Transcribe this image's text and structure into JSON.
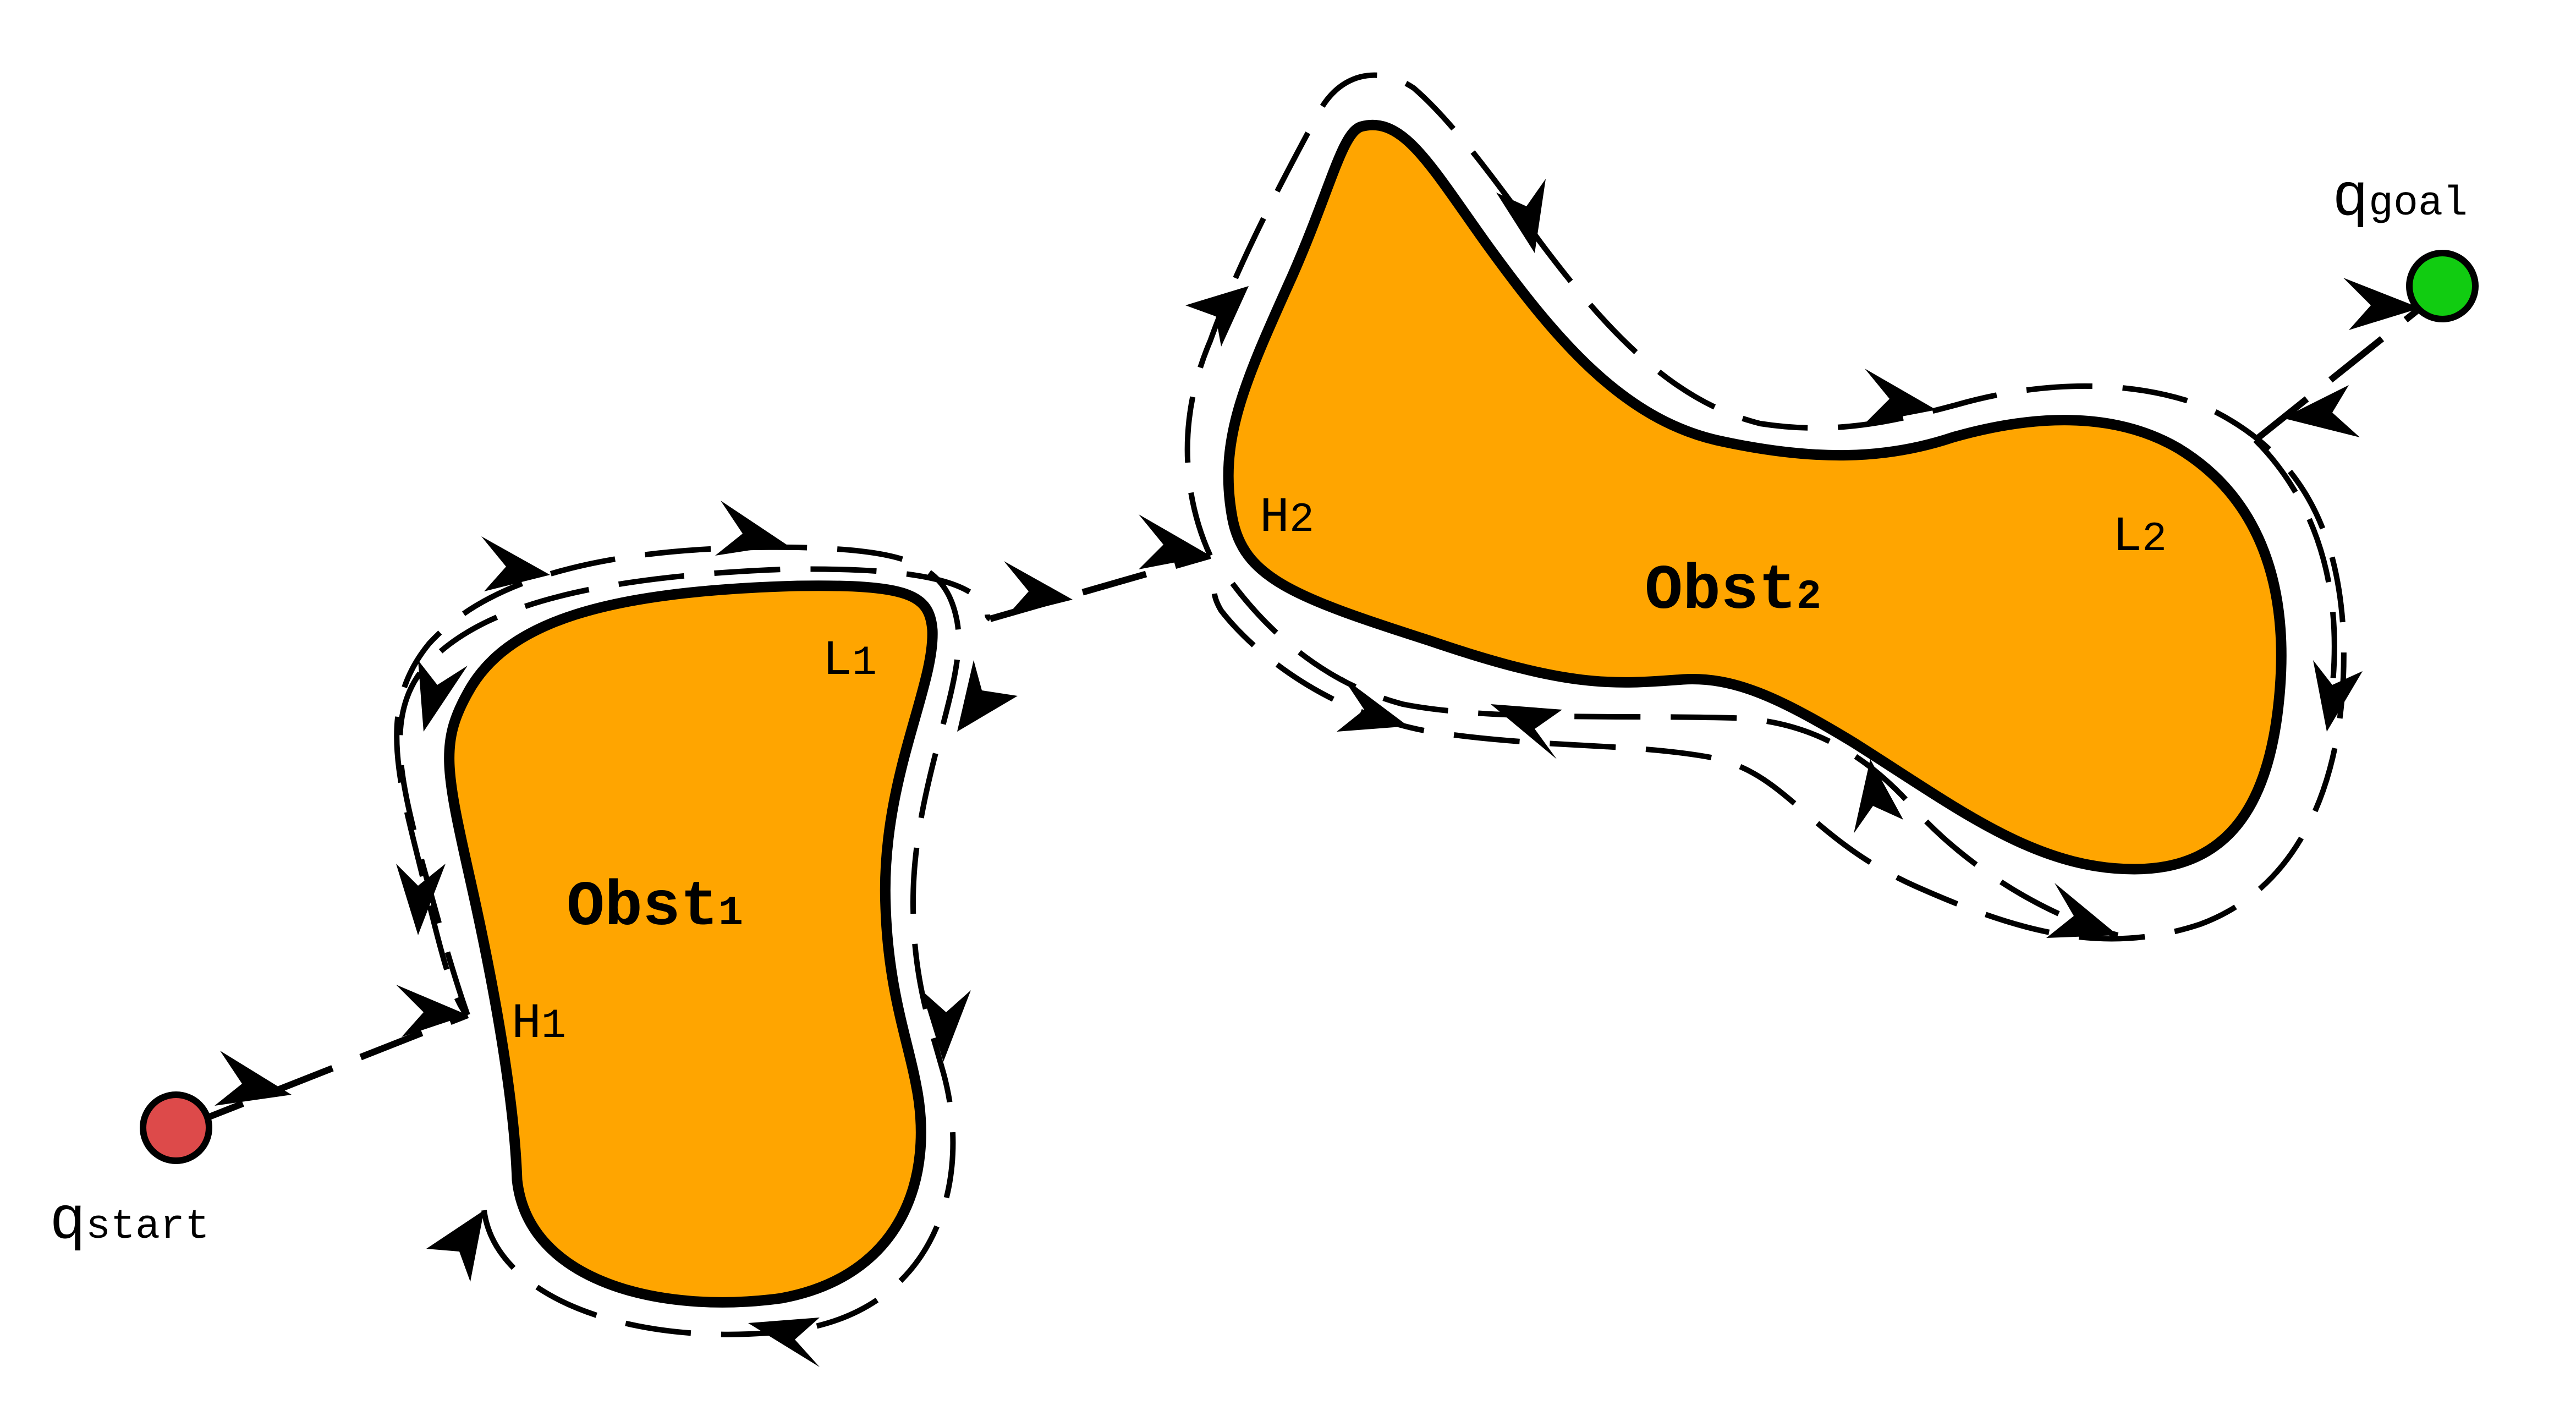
{
  "colors": {
    "obstacle_fill": "#FFA500",
    "outline": "#000000",
    "start_point": "#DD4A4A",
    "goal_point": "#11CC11",
    "background": "#FFFFFF"
  },
  "obstacles": [
    {
      "name": "Obst",
      "index": "1"
    },
    {
      "name": "Obst",
      "index": "2"
    }
  ],
  "hit_points": [
    {
      "letter": "H",
      "index": "1"
    },
    {
      "letter": "H",
      "index": "2"
    }
  ],
  "leave_points": [
    {
      "letter": "L",
      "index": "1"
    },
    {
      "letter": "L",
      "index": "2"
    }
  ],
  "start": {
    "symbol": "q",
    "sub": "start"
  },
  "goal": {
    "symbol": "q",
    "sub": "goal"
  },
  "path_style": {
    "line": "dashed",
    "arrowheads": "chevron"
  }
}
